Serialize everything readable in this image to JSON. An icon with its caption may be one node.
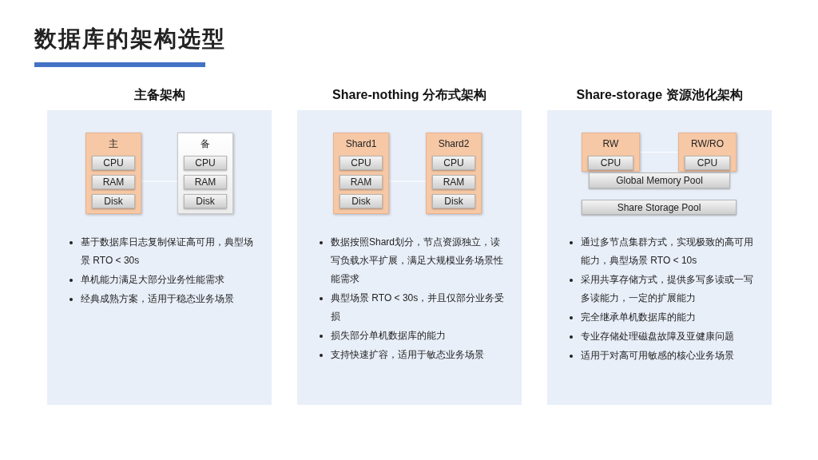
{
  "diagram": {
    "title": "数据库的架构选型",
    "nodes": [
      {
        "text": [
          "主备架构"
        ]
      },
      {
        "text": [
          "主"
        ],
        "in": 0
      },
      {
        "text": [
          "CPU"
        ],
        "in": 1
      },
      {
        "text": [
          "RAM"
        ],
        "in": 1
      },
      {
        "text": [
          "Disk"
        ],
        "in": 1
      },
      {
        "text": [
          "备"
        ],
        "in": 0
      },
      {
        "text": [
          "CPU"
        ],
        "in": 5
      },
      {
        "text": [
          "RAM"
        ],
        "in": 5
      },
      {
        "text": [
          "Disk"
        ],
        "in": 5
      },
      {
        "text": [
          "Share-nothing 分布式架构"
        ]
      },
      {
        "text": [
          "Shard1"
        ],
        "in": 9
      },
      {
        "text": [
          "CPU"
        ],
        "in": 10
      },
      {
        "text": [
          "RAM"
        ],
        "in": 10
      },
      {
        "text": [
          "Disk"
        ],
        "in": 10
      },
      {
        "text": [
          "Shard2"
        ],
        "in": 9
      },
      {
        "text": [
          "CPU"
        ],
        "in": 14
      },
      {
        "text": [
          "RAM"
        ],
        "in": 14
      },
      {
        "text": [
          "Disk"
        ],
        "in": 14
      },
      {
        "text": [
          "Share-storage 资源池化架构"
        ]
      },
      {
        "text": [
          "RW"
        ],
        "in": 18
      },
      {
        "text": [
          "CPU"
        ],
        "in": 19
      },
      {
        "text": [
          "RW/RO"
        ],
        "in": 18
      },
      {
        "text": [
          "CPU"
        ],
        "in": 21
      },
      {
        "text": [
          "Global Memory Pool"
        ],
        "in": 18
      },
      {
        "text": [
          "Share Storage Pool"
        ],
        "in": 18
      }
    ],
    "edges": [
      {
        "from": 1,
        "to": 5,
        "arrow": "none",
        "color": "#ffffff"
      },
      {
        "from": 10,
        "to": 14,
        "arrow": "none",
        "color": "#ffffff"
      },
      {
        "from": 19,
        "to": 21,
        "arrow": "none",
        "color": "#ffffff"
      }
    ],
    "labels": [
      "基于数据库日志复制保证高可用，典型场景 RTO < 30s",
      "单机能力满足大部分业务性能需求",
      "经典成熟方案，适用于稳态业务场景",
      "数据按照Shard划分，节点资源独立，读写负载水平扩展，满足大规模业务场景性能需求",
      "典型场景 RTO < 30s，并且仅部分业务受损",
      "损失部分单机数据库的能力",
      "支持快速扩容，适用于敏态业务场景",
      "通过多节点集群方式，实现极致的高可用能力，典型场景 RTO < 10s",
      "采用共享存储方式，提供多写多读或一写多读能力，一定的扩展能力",
      "完全继承单机数据库的能力",
      "专业存储处理磁盘故障及亚健康问题",
      "适用于对高可用敏感的核心业务场景"
    ]
  }
}
